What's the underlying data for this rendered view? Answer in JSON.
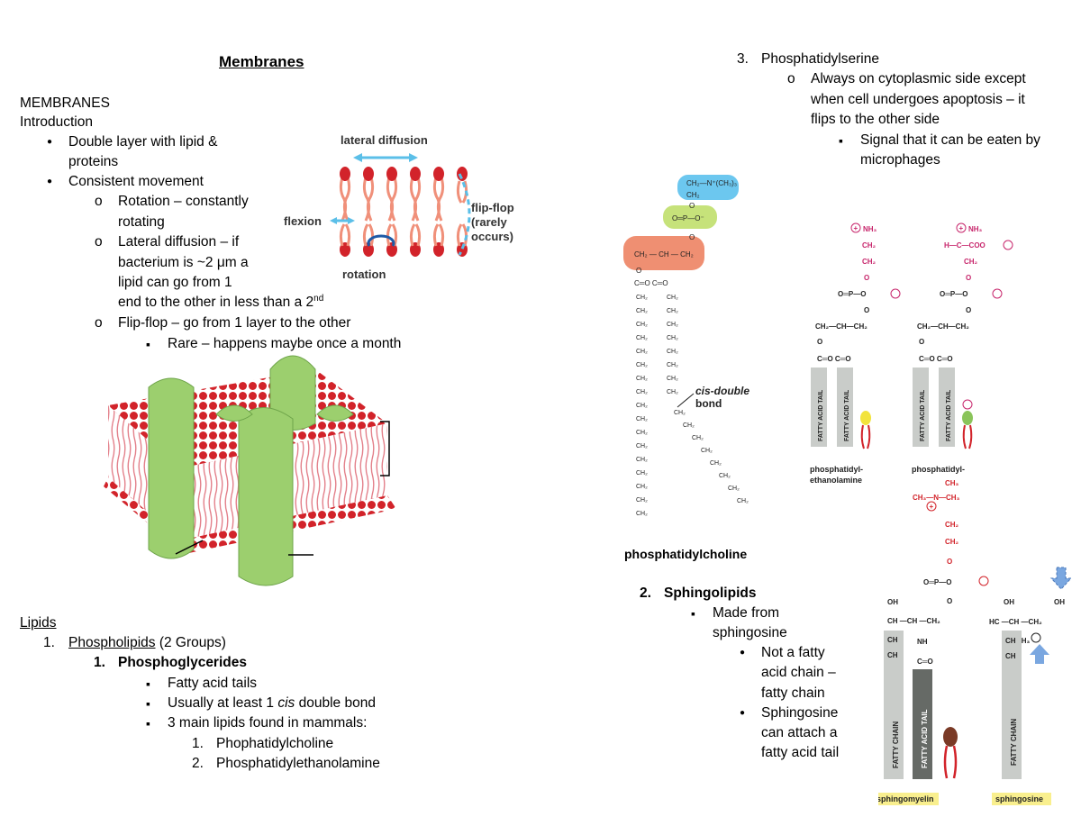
{
  "title": "Membranes",
  "heading": "MEMBRANES",
  "intro": "Introduction",
  "intro_items": {
    "double_layer_1": "Double layer with lipid &",
    "double_layer_2": "proteins",
    "consistent": "Consistent movement",
    "rotation_1": "Rotation – constantly",
    "rotation_2": "rotating",
    "lateral_1": "Lateral diffusion – if",
    "lateral_2": "bacterium is ~2 μm a",
    "lateral_3": "lipid can go from 1",
    "lateral_4": "end to the other in less than a 2",
    "lateral_4_sup": "nd",
    "flipflop": "Flip-flop – go from 1 layer to the other",
    "rare": "Rare – happens maybe once a month"
  },
  "movement_fig": {
    "lateral": "lateral diffusion",
    "flexion": "flexion",
    "rotation": "rotation",
    "flip1": "flip-flop",
    "flip2": "(rarely",
    "flip3": "occurs)"
  },
  "lipids": {
    "heading": "Lipids",
    "n1": "1.",
    "phospholipids": "Phospholipids",
    "groups": " (2 Groups)",
    "n1b": "1.",
    "phosphoglycerides": "Phosphoglycerides",
    "fatty": "Fatty acid tails",
    "cis_a": "Usually at least 1 ",
    "cis_b": "cis",
    "cis_c": " double bond",
    "main": "3 main lipids found in mammals:",
    "m1n": "1.",
    "m1": "Phophatidylcholine",
    "m2n": "2.",
    "m2": "Phosphatidylethanolamine"
  },
  "pc_fig": {
    "choline": "CH₂—N⁺(CH₃)₃",
    "ch2": "CH₂",
    "o": "O",
    "phosphate": "O═P—O⁻",
    "glycerol": "CH₂ — CH — CH₂",
    "co": "C═O  C═O",
    "chain": "CH₂",
    "cis1": "cis-double",
    "cis2": "bond",
    "name": "phosphatidylcholine"
  },
  "right": {
    "n3": "3.",
    "ps": "Phosphatidylserine",
    "always_1": "Always on cytoplasmic side except",
    "always_2": "when cell undergoes apoptosis – it",
    "always_3": "flips to the other side",
    "signal_1": "Signal that it can be eaten by",
    "signal_2": "microphages",
    "n2": "2.",
    "sphingo": "Sphingolipids",
    "made_1": "Made from",
    "made_2": "sphingosine",
    "not_1": "Not a fatty",
    "not_2": "acid chain –",
    "not_3": "fatty chain",
    "sph_1": "Sphingosine",
    "sph_2": "can attach a",
    "sph_3": "fatty acid tail"
  },
  "pe_fig": {
    "nh3": "NH₃",
    "ch2": "CH₂",
    "o": "O",
    "phos": "O═P—O",
    "glyc": "CH₂—CH—CH₂",
    "co": "C═O C═O",
    "tail": "FATTY ACID TAIL",
    "name1": "phosphatidyl-",
    "name2": "ethanolamine"
  },
  "ps_fig": {
    "nh3": "NH₃",
    "hccoo": "H—C—COO",
    "ch2": "CH₂",
    "o": "O",
    "phos": "O═P—O",
    "glyc": "CH₂—CH—CH₂",
    "co": "C═O C═O",
    "tail": "FATTY ACID TAIL",
    "name1": "phosphatidyl-"
  },
  "sm_fig": {
    "ch3": "CH₃",
    "nme": "CH₃—N—CH₃",
    "ch2": "CH₂",
    "o": "O",
    "phos": "O═P—O",
    "oh": "OH",
    "ch": "CH",
    "nh": "NH",
    "co": "C═O",
    "chcc": "CH —CH —CH₂",
    "fatty_chain": "FATTY CHAIN",
    "fatty_acid": "FATTY ACID TAIL",
    "name": "sphingomyelin"
  },
  "sphingosine_fig": {
    "oh": "OH",
    "hcc": "HC —CH —CH₂",
    "ch": "CH",
    "nh3": "NH₃",
    "fatty_chain": "FATTY CHAIN",
    "name": "sphingosine"
  },
  "colors": {
    "head_red": "#d2232a",
    "tail_salmon": "#f0907a",
    "protein_green": "#9ccf6e",
    "arrow_blue": "#5bbfe8",
    "highlight_blue": "#6cc7ef",
    "highlight_green": "#c6e27a",
    "highlight_salmon": "#ef8f72",
    "magenta": "#c7256b",
    "grey_bar": "#c9ccc9",
    "yellow_label": "#f9ef8e"
  }
}
